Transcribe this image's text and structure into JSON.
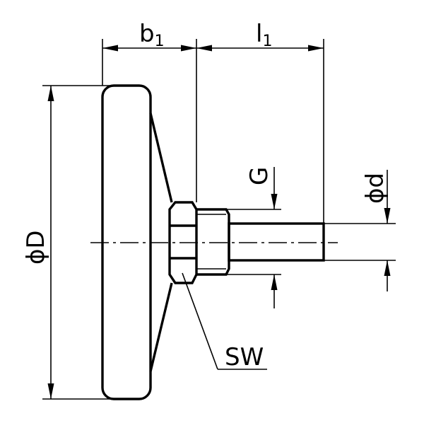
{
  "drawing": {
    "labels": {
      "b1_main": "b",
      "b1_sub": "1",
      "l1_main": "l",
      "l1_sub": "1",
      "diameter_D": "ϕD",
      "diameter_d": "ϕd",
      "thread_G": "G",
      "wrench_SW": "SW"
    }
  }
}
